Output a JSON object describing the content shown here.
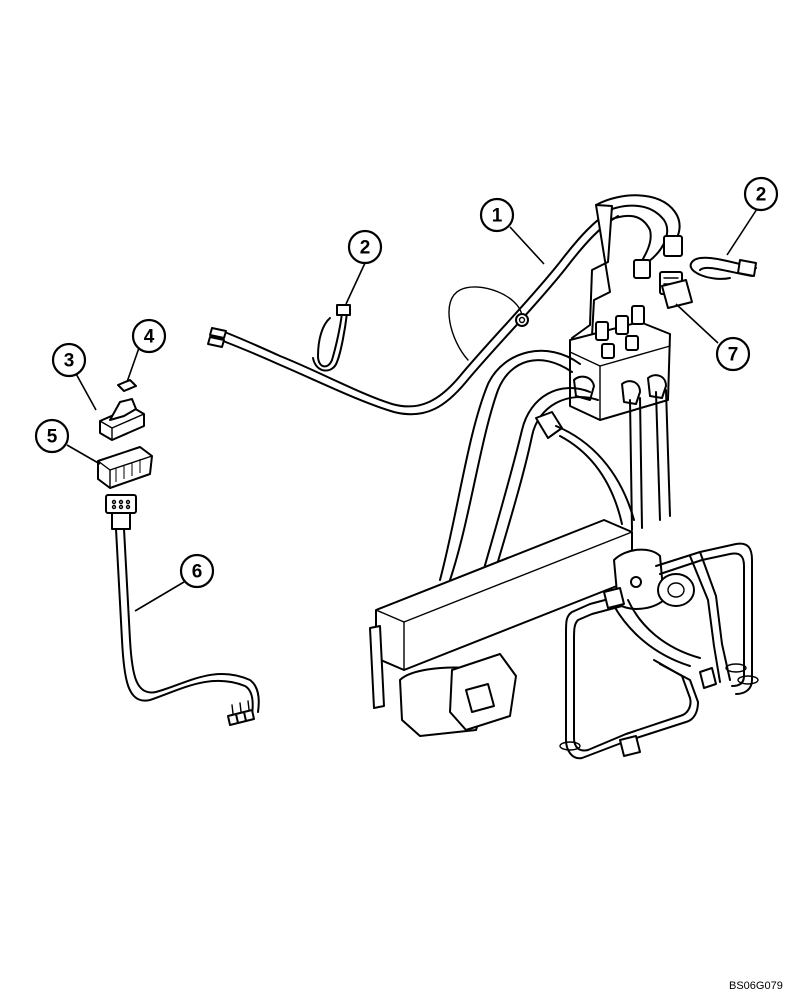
{
  "callouts": [
    {
      "id": "c1",
      "label": "1"
    },
    {
      "id": "c2a",
      "label": "2"
    },
    {
      "id": "c2b",
      "label": "2"
    },
    {
      "id": "c3",
      "label": "3"
    },
    {
      "id": "c4",
      "label": "4"
    },
    {
      "id": "c5",
      "label": "5"
    },
    {
      "id": "c6",
      "label": "6"
    },
    {
      "id": "c7",
      "label": "7"
    }
  ],
  "reference_code": "BS06G079"
}
